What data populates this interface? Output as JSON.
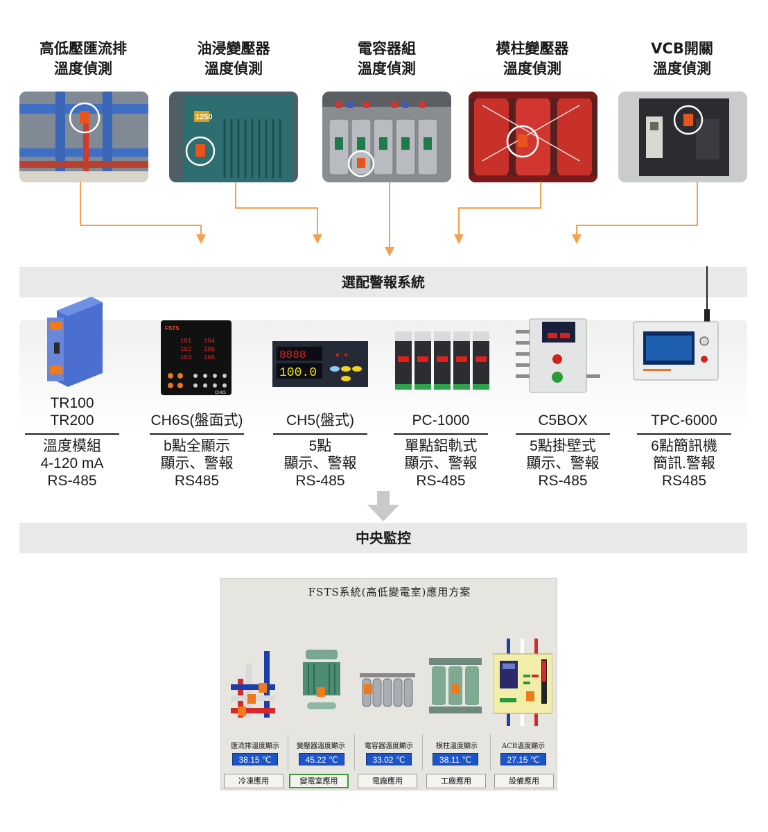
{
  "sources": [
    {
      "line1": "高低壓匯流排",
      "line2": "溫度偵測",
      "icon": "busbar-photo"
    },
    {
      "line1": "油浸變壓器",
      "line2": "溫度偵測",
      "icon": "oil-transformer-photo",
      "badge": "1250"
    },
    {
      "line1": "電容器組",
      "line2": "溫度偵測",
      "icon": "capacitor-bank-photo"
    },
    {
      "line1": "模柱變壓器",
      "line2": "溫度偵測",
      "icon": "cast-resin-transformer-photo"
    },
    {
      "line1": "VCB開關",
      "line2": "溫度偵測",
      "icon": "vcb-switch-photo"
    }
  ],
  "bands": {
    "alarm": "選配警報系統",
    "central": "中央監控"
  },
  "devices": [
    {
      "name": [
        "TR100",
        "TR200"
      ],
      "desc": [
        "溫度模組",
        "4-120 mA",
        "RS-485"
      ]
    },
    {
      "name": [
        "CH6S(盤面式)"
      ],
      "desc": [
        "b點全顯示",
        "顯示、警報",
        "RS485"
      ],
      "brand": "FSTS",
      "model": "CH6S"
    },
    {
      "name": [
        "CH5(盤式)"
      ],
      "desc": [
        "5點",
        "顯示、警報",
        "RS-485"
      ]
    },
    {
      "name": [
        "PC-1000"
      ],
      "desc": [
        "單點鋁軌式",
        "顯示、警報",
        "RS-485"
      ]
    },
    {
      "name": [
        "C5BOX"
      ],
      "desc": [
        "5點掛壁式",
        "顯示、警報",
        "RS-485"
      ]
    },
    {
      "name": [
        "TPC-6000"
      ],
      "desc": [
        "6點簡訊機",
        "簡訊.警報",
        "RS485"
      ]
    }
  ],
  "scada": {
    "title": "FSTS系統(高低變電室)應用方案",
    "unit": "℃",
    "readings": [
      {
        "label": "匯流排溫度顯示",
        "value": "38.15"
      },
      {
        "label": "變壓器溫度顯示",
        "value": "45.22"
      },
      {
        "label": "電容器溫度顯示",
        "value": "33.02"
      },
      {
        "label": "模柱溫度顯示",
        "value": "38.11"
      },
      {
        "label": "ACB溫度顯示",
        "value": "27.15"
      }
    ],
    "buttons": [
      {
        "label": "冷凍應用",
        "active": false
      },
      {
        "label": "變電室應用",
        "active": true
      },
      {
        "label": "電廠應用",
        "active": false
      },
      {
        "label": "工廠應用",
        "active": false
      },
      {
        "label": "設備應用",
        "active": false
      }
    ]
  },
  "colors": {
    "arrow": "#f5a04a",
    "band": "#e9e9e9",
    "scada_value_bg": "#1d55c8",
    "sensor": "#e8541c"
  }
}
